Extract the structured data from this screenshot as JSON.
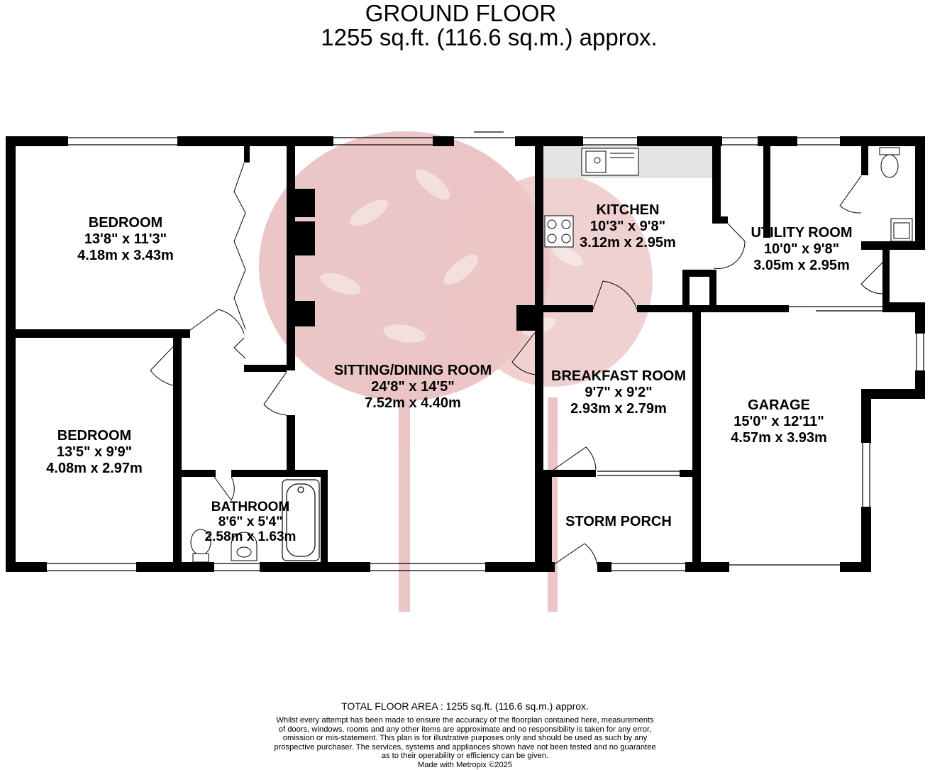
{
  "header": {
    "title": "GROUND FLOOR",
    "subtitle": "1255 sq.ft. (116.6 sq.m.) approx."
  },
  "rooms": [
    {
      "name": "BEDROOM",
      "imperial": "13'8\"  x 11'3\"",
      "metric": "4.18m  x 3.43m"
    },
    {
      "name": "BEDROOM",
      "imperial": "13'5\"  x 9'9\"",
      "metric": "4.08m  x 2.97m"
    },
    {
      "name": "BATHROOM",
      "imperial": "8'6\"  x 5'4\"",
      "metric": "2.58m  x 1.63m"
    },
    {
      "name": "SITTING/DINING ROOM",
      "imperial": "24'8\"  x 14'5\"",
      "metric": "7.52m  x 4.40m"
    },
    {
      "name": "KITCHEN",
      "imperial": "10'3\"  x 9'8\"",
      "metric": "3.12m  x 2.95m"
    },
    {
      "name": "UTILITY ROOM",
      "imperial": "10'0\"  x 9'8\"",
      "metric": "3.05m  x 2.95m"
    },
    {
      "name": "BREAKFAST ROOM",
      "imperial": "9'7\"  x 9'2\"",
      "metric": "2.93m  x 2.79m"
    },
    {
      "name": "GARAGE",
      "imperial": "15'0\"  x 12'11\"",
      "metric": "4.57m  x 3.93m"
    },
    {
      "name": "STORM PORCH",
      "imperial": "",
      "metric": ""
    }
  ],
  "footer": {
    "total": "TOTAL FLOOR AREA : 1255 sq.ft. (116.6 sq.m.) approx.",
    "disclaimer": [
      "Whilst every attempt has been made to ensure the accuracy of the floorplan contained here, measurements",
      "of doors, windows, rooms and any other items are approximate and no responsibility is taken for any error,",
      "omission or mis-statement. This plan is for illustrative purposes only and should be used as such by any",
      "prospective purchaser. The services, systems and appliances shown have not been tested and no guarantee",
      "as to their operability or efficiency can be given."
    ],
    "credit": "Made with Metropix ©2025"
  },
  "colors": {
    "wall": "#000000",
    "watermark": "#e8bcbc",
    "kitchen_counter": "#e3e3e3"
  },
  "icons": [
    "tree-watermark-icon",
    "sink-icon",
    "hob-icon",
    "toilet-icon",
    "bath-icon",
    "basin-icon",
    "fireplace-icon"
  ]
}
